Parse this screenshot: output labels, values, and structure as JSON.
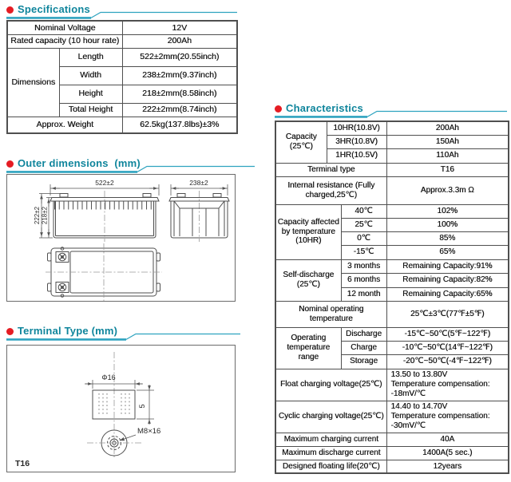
{
  "colors": {
    "accent_teal": "#0f859c",
    "underline_cyan": "#2ea3bf",
    "bullet_red": "#e51c23",
    "table_border": "#4f4f4f"
  },
  "specifications": {
    "title": "Specifications",
    "rows": [
      {
        "label": "Nominal Voltage",
        "value": "12V"
      },
      {
        "label": "Rated capacity (10 hour rate)",
        "value": "200Ah"
      },
      {
        "group": "Dimensions",
        "label": "Length",
        "value": "522±2mm(20.55inch)"
      },
      {
        "label": "Width",
        "value": "238±2mm(9.37inch)"
      },
      {
        "label": "Height",
        "value": "218±2mm(8.58inch)"
      },
      {
        "label": "Total Height",
        "value": "222±2mm(8.74inch)"
      },
      {
        "label": "Approx. Weight",
        "value": "62.5kg(137.8lbs)±3%"
      }
    ]
  },
  "outer_dimensions": {
    "title": "Outer dimensions  (mm)",
    "length_label": "522±2",
    "width_label": "238±2",
    "total_height_label": "222±2",
    "height_label": "218±2"
  },
  "terminal_type": {
    "title": "Terminal Type (mm)",
    "diameter_label": "Φ16",
    "terminal_height_label": "5",
    "thread_label": "M8×16",
    "terminal_name": "T16"
  },
  "characteristics": {
    "title": "Characteristics",
    "rows": [
      {
        "group": "Capacity (25℃)",
        "sub": "10HR(10.8V)",
        "value": "200Ah"
      },
      {
        "sub": "3HR(10.8V)",
        "value": "150Ah"
      },
      {
        "sub": "1HR(10.5V)",
        "value": "110Ah"
      },
      {
        "label": "Terminal type",
        "value": "T16"
      },
      {
        "label": "Internal resistance (Fully charged,25℃)",
        "value": "Approx.3.3m Ω"
      },
      {
        "group": "Capacity affected by temperature (10HR)",
        "sub": "40℃",
        "value": "102%"
      },
      {
        "sub": "25℃",
        "value": "100%"
      },
      {
        "sub": "0℃",
        "value": "85%"
      },
      {
        "sub": "-15℃",
        "value": "65%"
      },
      {
        "group": "Self-discharge (25℃)",
        "sub": "3 months",
        "value": "Remaining Capacity:91%"
      },
      {
        "sub": "6 months",
        "value": "Remaining Capacity:82%"
      },
      {
        "sub": "12 month",
        "value": "Remaining Capacity:65%"
      },
      {
        "label": "Nominal operating temperature",
        "value": "25℃±3℃(77℉±5℉)"
      },
      {
        "group": "Operating temperature range",
        "sub": "Discharge",
        "value": "-15℃~50℃(5℉~122℉)"
      },
      {
        "sub": "Charge",
        "value": "-10℃~50℃(14℉~122℉)"
      },
      {
        "sub": "Storage",
        "value": "-20℃~50℃(-4℉~122℉)"
      },
      {
        "label": "Float charging voltage(25℃)",
        "value": "13.50 to 13.80V\nTemperature compensation:\n-18mV/℃"
      },
      {
        "label": "Cyclic charging voltage(25℃)",
        "value": "14.40 to 14.70V\nTemperature compensation:\n-30mV/℃"
      },
      {
        "label": "Maximum charging current",
        "value": "40A"
      },
      {
        "label": "Maximum discharge current",
        "value": "1400A(5 sec.)"
      },
      {
        "label": "Designed floating life(20℃)",
        "value": "12years"
      }
    ]
  }
}
